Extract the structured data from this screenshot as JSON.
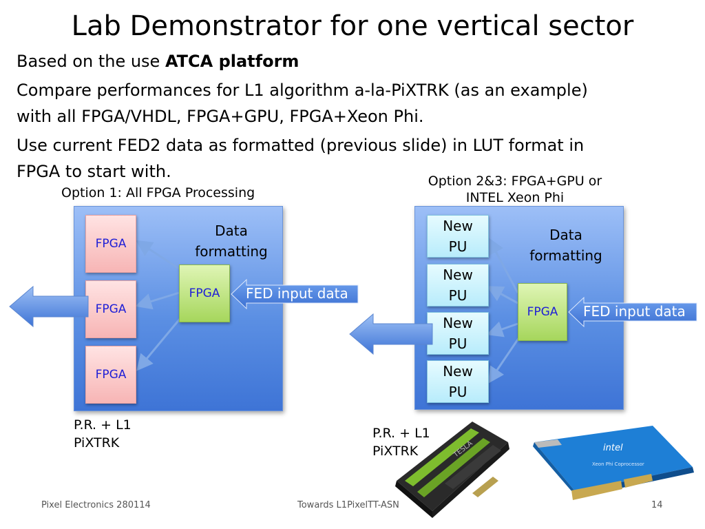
{
  "title": "Lab Demonstrator for one vertical sector",
  "body": {
    "line1_prefix": "Based on the use ",
    "line1_bold": "ATCA platform",
    "line2": "Compare performances for L1  algorithm a-la-PiXTRK (as an example)",
    "line3": "with all FPGA/VHDL, FPGA+GPU, FPGA+Xeon Phi.",
    "line4": "Use current FED2 data as formatted (previous slide) in LUT format in",
    "line5": "FPGA to start with."
  },
  "option1": {
    "heading": "Option 1: All FPGA Processing",
    "fpga_labels": [
      "FPGA",
      "FPGA",
      "FPGA"
    ],
    "center_fpga": "FPGA",
    "data_formatting_1": "Data",
    "data_formatting_2": "formatting",
    "fed_input": "FED input data",
    "caption_1": "P.R. + L1",
    "caption_2": "PiXTRK"
  },
  "option2": {
    "heading_1": "Option 2&3: FPGA+GPU or",
    "heading_2": "INTEL Xeon Phi",
    "pu_units": [
      {
        "line1": "New",
        "line2": "PU"
      },
      {
        "line1": "New",
        "line2": "PU"
      },
      {
        "line1": "New",
        "line2": "PU"
      },
      {
        "line1": "New",
        "line2": "PU"
      }
    ],
    "center_fpga": "FPGA",
    "data_formatting_1": "Data",
    "data_formatting_2": "formatting",
    "fed_input": "FED input data",
    "caption_1": "P.R. + L1",
    "caption_2": "PiXTRK",
    "gpu_card_brand": "TESLA",
    "xeon_card_brand": "intel",
    "xeon_card_text": "Xeon Phi Coprocessor"
  },
  "footer": {
    "left": "Pixel Electronics 280114",
    "center": "Towards L1PixelTT-ASN",
    "page": "14"
  }
}
